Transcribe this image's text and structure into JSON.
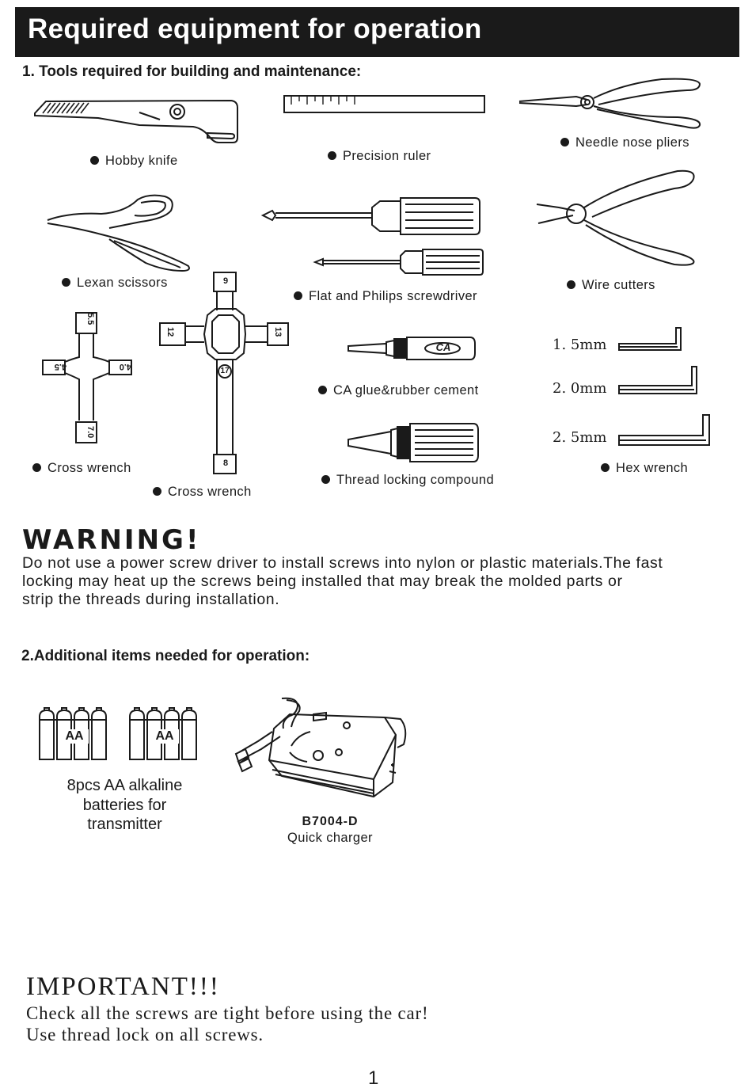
{
  "header": {
    "title": "Required equipment for operation"
  },
  "section1": {
    "heading": "1. Tools required for building and maintenance:",
    "tools": {
      "hobby_knife": "Hobby knife",
      "precision_ruler": "Precision ruler",
      "needle_nose_pliers": "Needle nose pliers",
      "lexan_scissors": "Lexan scissors",
      "screwdriver": "Flat and Philips screwdriver",
      "wire_cutters": "Wire cutters",
      "cross_wrench_small": "Cross wrench",
      "cross_wrench_large": "Cross wrench",
      "ca_glue": "CA glue&rubber cement",
      "thread_locking": "Thread locking compound",
      "hex_wrench": "Hex wrench"
    },
    "hex_sizes": [
      "1. 5mm",
      "2. 0mm",
      "2. 5mm"
    ],
    "small_wrench_sizes": [
      "5.5",
      "4.5",
      "4.0",
      "7.0"
    ],
    "large_wrench_sizes": [
      "9",
      "12",
      "13",
      "17",
      "8"
    ],
    "ca_bottle_text": "CA"
  },
  "warning": {
    "title": "WARNING!",
    "lines": [
      "Do not use a power screw driver to install screws into nylon or plastic materials.The fast",
      "locking may heat up the screws being installed that may break the molded parts or",
      "strip the threads during installation."
    ]
  },
  "section2": {
    "heading": "2.Additional items needed for operation:",
    "battery_mark": "AA",
    "batteries_label": [
      "8pcs AA alkaline",
      "batteries for",
      "transmitter"
    ],
    "charger_model": "B7004-D",
    "charger_label": "Quick charger",
    "charger_polarity": "+|-"
  },
  "important": {
    "title": "IMPORTANT!!!",
    "lines": [
      "Check all the screws are tight before using the car!",
      "Use thread lock on all screws."
    ]
  },
  "page_number": "1"
}
